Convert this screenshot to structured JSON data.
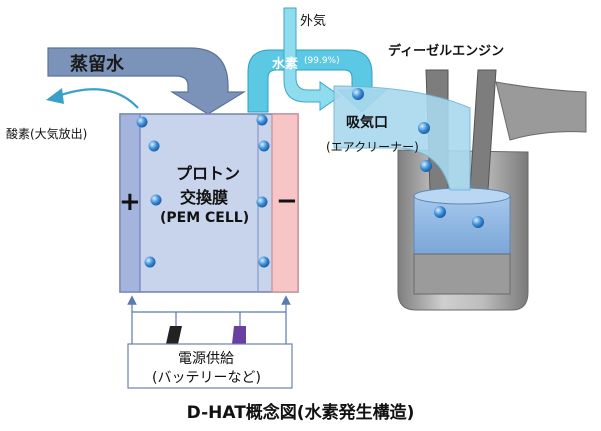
{
  "labels": {
    "distilled_water": "蒸留水",
    "oxygen_vent": "酸素(大気放出)",
    "outside_air": "外気",
    "hydrogen": "水素",
    "hydrogen_purity": "(99.9%)",
    "diesel_engine": "ディーゼルエンジン",
    "intake_port": "吸気口",
    "air_cleaner": "(エアクリーナー)",
    "cell_line1": "プロトン",
    "cell_line2": "交換膜",
    "cell_line3": "(PEM CELL)",
    "plus": "+",
    "minus": "−",
    "power_line1": "電源供給",
    "power_line2": "(バッテリーなど)"
  },
  "caption": "D-HAT概念図(水素発生構造)",
  "colors": {
    "water_arrow": "#7b93b8",
    "hydrogen_pipe": "#5bc8e4",
    "intake_pipe": "#a9d8ee",
    "cell_body": "#c8d3ec",
    "anode_plate": "#a4b4dc",
    "cathode_plate": "#f7c5c5",
    "bubble": "#3a8ed8",
    "engine_dark": "#8a8a8a",
    "engine_light": "#b8b8b8",
    "piston": "#8db5e0"
  }
}
